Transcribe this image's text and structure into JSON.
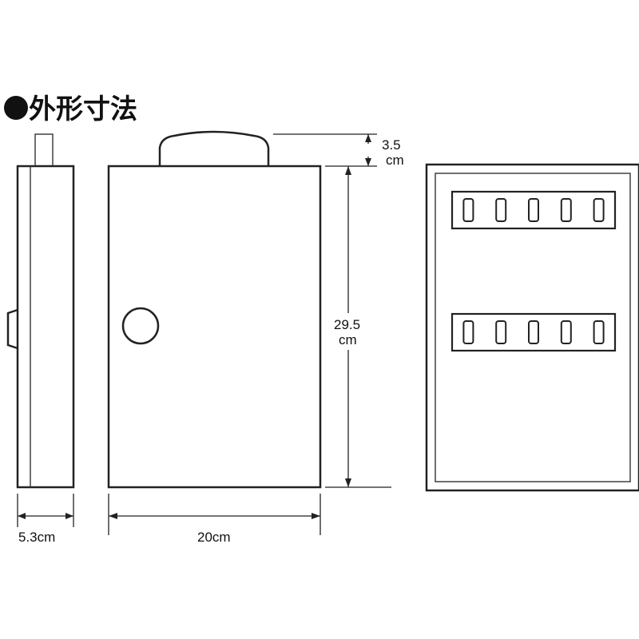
{
  "title": {
    "bullet_icon": "filled-circle",
    "text": "外形寸法"
  },
  "dimensions": {
    "depth": "5.3cm",
    "width": "20cm",
    "height_value": "29.5",
    "height_unit": "cm",
    "handle_value": "3.5",
    "handle_unit": "cm"
  },
  "interior": {
    "rows": 2,
    "hooks_per_row": 5
  }
}
